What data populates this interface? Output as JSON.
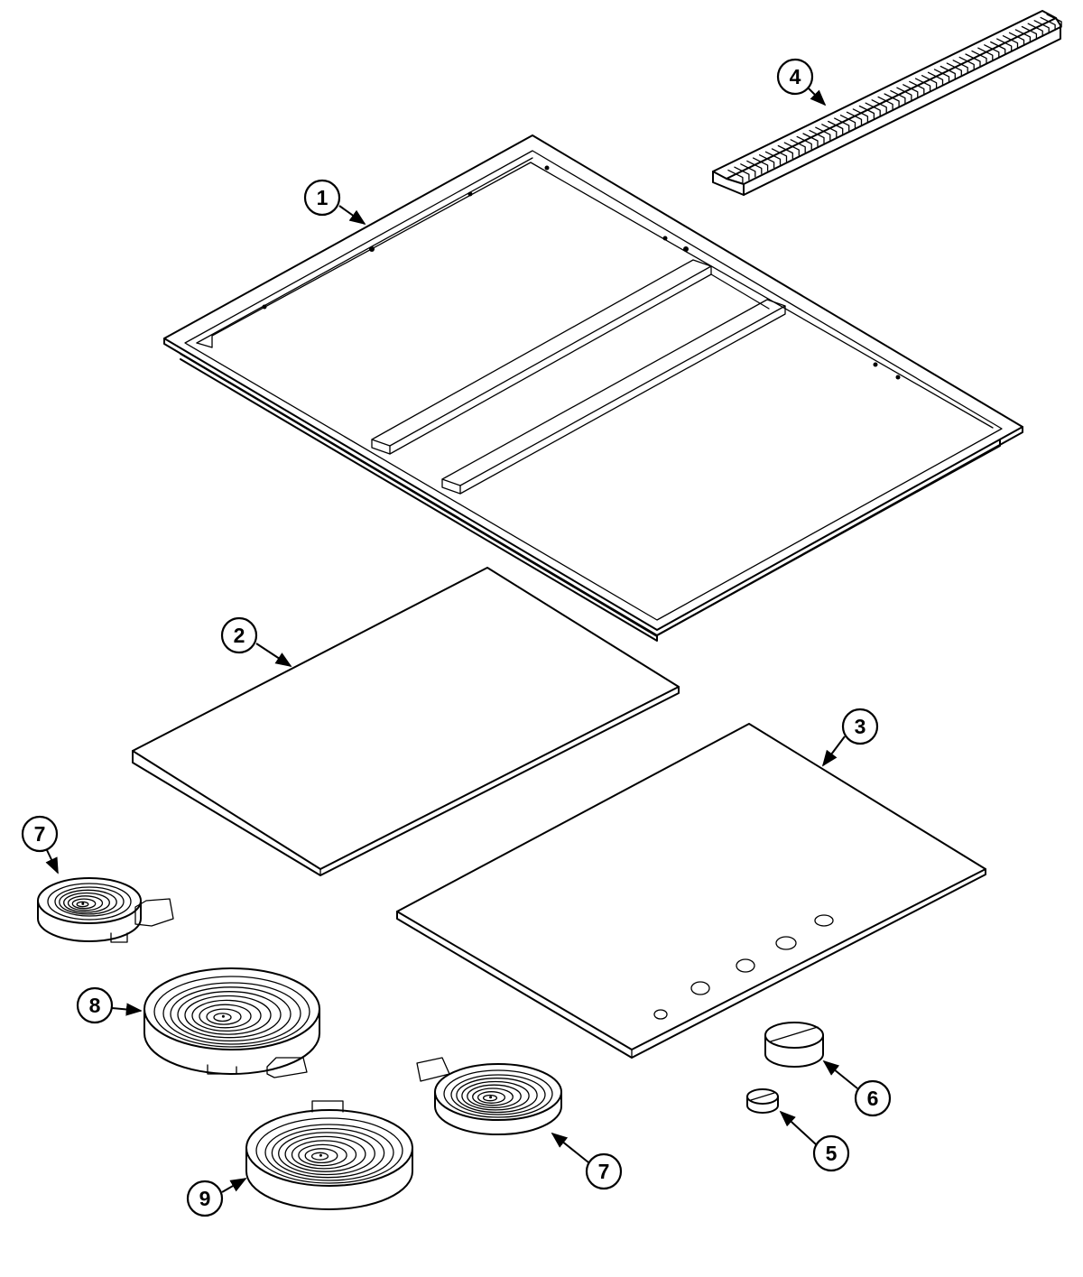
{
  "diagram": {
    "callouts": [
      {
        "id": "c1",
        "number": "1"
      },
      {
        "id": "c2",
        "number": "2"
      },
      {
        "id": "c3",
        "number": "3"
      },
      {
        "id": "c4",
        "number": "4"
      },
      {
        "id": "c5",
        "number": "5"
      },
      {
        "id": "c6",
        "number": "6"
      },
      {
        "id": "c7a",
        "number": "7"
      },
      {
        "id": "c7b",
        "number": "7"
      },
      {
        "id": "c8",
        "number": "8"
      },
      {
        "id": "c9",
        "number": "9"
      }
    ]
  }
}
